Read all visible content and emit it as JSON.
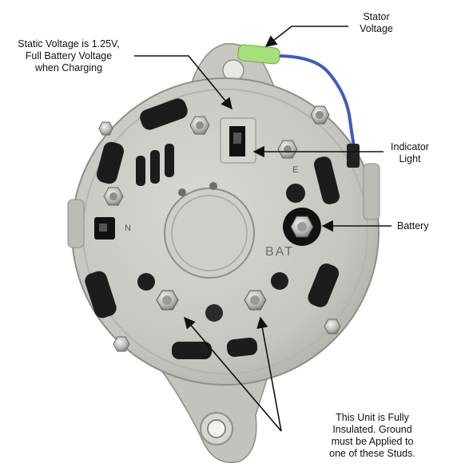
{
  "labels": {
    "stator": [
      "Stator",
      "Voltage"
    ],
    "static": [
      "Static Voltage is 1.25V,",
      "Full Battery Voltage",
      "when Charging"
    ],
    "indicator": [
      "Indicator",
      "Light"
    ],
    "battery": [
      "Battery"
    ],
    "studs": [
      "This Unit is Fully",
      "Insulated.  Ground",
      "must be Applied to",
      "one of these Studs."
    ]
  },
  "housing_marks": {
    "e": "E",
    "n": "N",
    "bat": "BAT"
  },
  "colors": {
    "housing": "#c9c8c2",
    "housing_shadow": "#9d9c95",
    "slot": "#1c1c1c",
    "stator_wire": "#3f5bbf",
    "connector": "#a6e07a",
    "arrow": "#111111"
  }
}
